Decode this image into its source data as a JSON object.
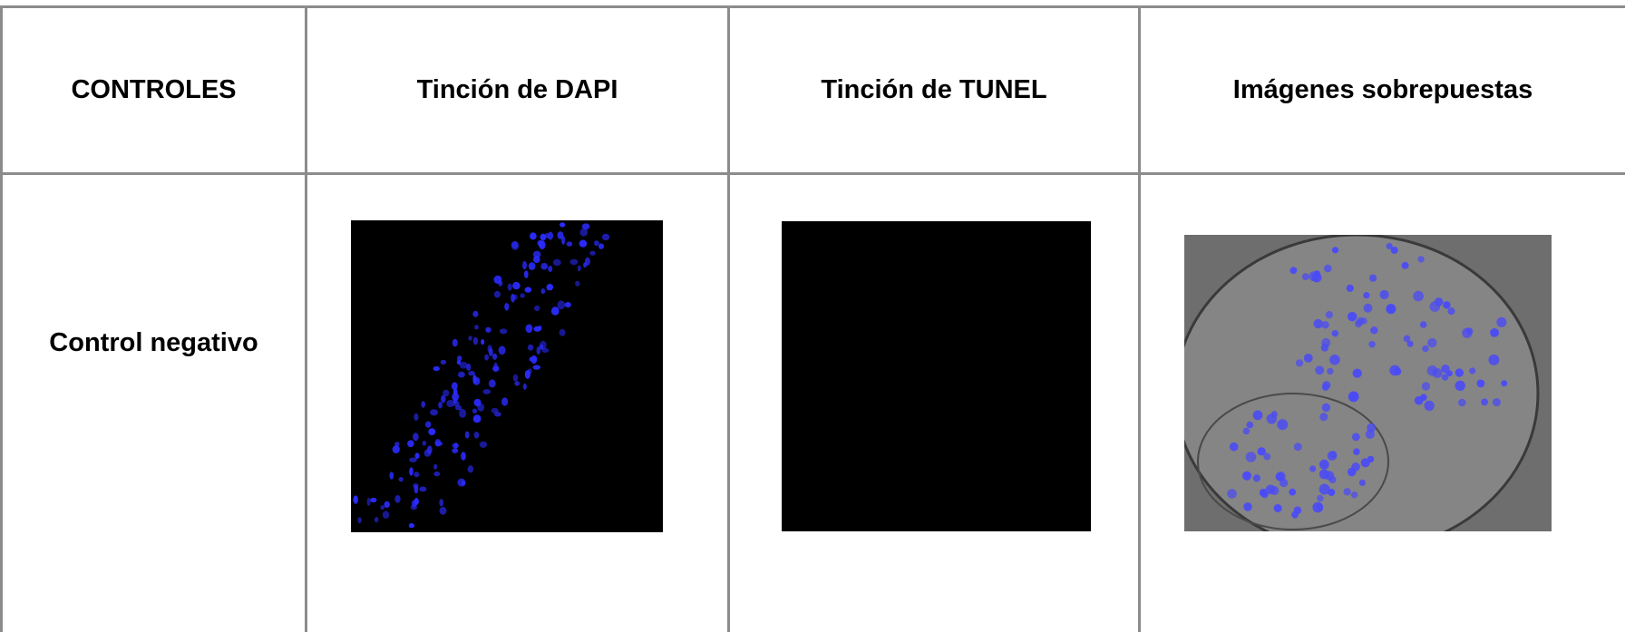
{
  "table": {
    "headers": [
      "CONTROLES",
      "Tinción de DAPI",
      "Tinción de TUNEL",
      "Imágenes sobrepuestas"
    ],
    "rows": [
      {
        "label": "Control negativo",
        "images": [
          "dapi-stain-image",
          "tunel-stain-image",
          "overlay-image"
        ]
      }
    ]
  },
  "colors": {
    "border": "#8c8c8c",
    "dapi_nuclei": "#2b2bff",
    "background": "#000000"
  }
}
